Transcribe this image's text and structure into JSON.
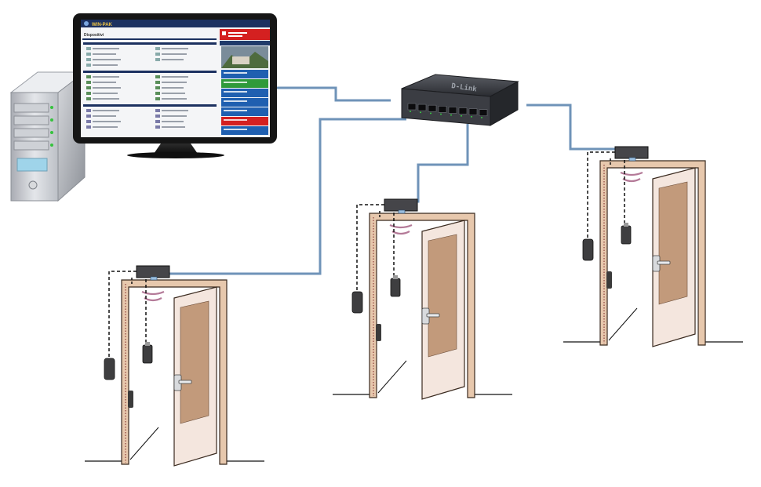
{
  "colors": {
    "network_cable": "#6f93b8",
    "door_frame": "#e7c8ad",
    "door_panel": "#f4e6de",
    "door_window": "#c29a7b",
    "signal_arc": "#b47a98",
    "switch_body": "#2f2f33",
    "status_red": "#d42020",
    "status_blue": "#1f5fb0",
    "status_green": "#2f9a3a",
    "header_navy": "#1c3160"
  },
  "switch": {
    "brand": "D-Link"
  },
  "monitor": {
    "app_title": "WIN-PAK",
    "section_title": "Dispositivi"
  },
  "doors": [
    {
      "id": "door-1"
    },
    {
      "id": "door-2"
    },
    {
      "id": "door-3"
    }
  ]
}
